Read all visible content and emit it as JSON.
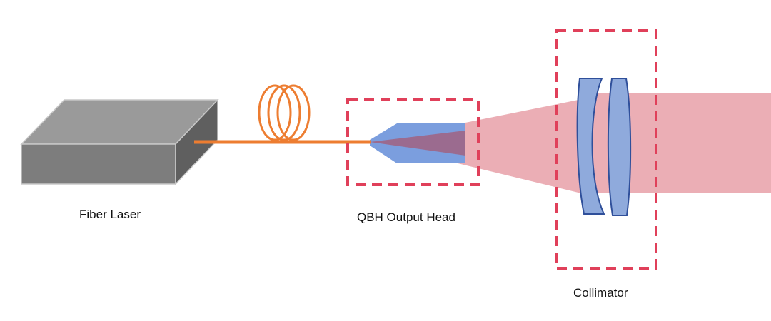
{
  "labels": {
    "fiber_laser": "Fiber Laser",
    "qbh_output_head": "QBH Output Head",
    "collimator": "Collimator"
  },
  "colors": {
    "laser_box_top": "#9a9a9a",
    "laser_box_front": "#7d7d7d",
    "laser_box_side": "#5f5f5f",
    "fiber": "#ed7d31",
    "beam": "#e8a0a8",
    "qbh_body": "#7b9ede",
    "beam_overlap": "#9b6b8f",
    "lens_fill": "#8faadc",
    "lens_stroke": "#2f4f9a",
    "dashed_box": "#e0405a"
  },
  "components": [
    "fiber-laser",
    "fiber-coil",
    "qbh-output-head",
    "collimator"
  ]
}
